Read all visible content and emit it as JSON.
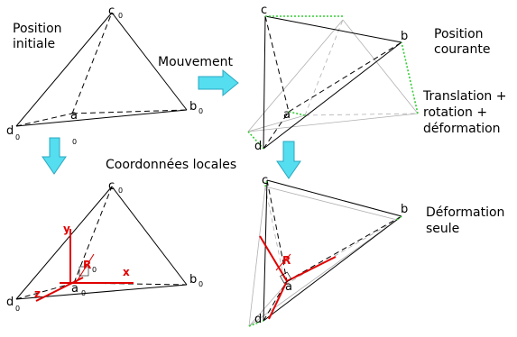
{
  "labels": {
    "position_initiale": [
      "Position",
      "initiale"
    ],
    "mouvement": "Mouvement",
    "position_courante": [
      "Position",
      "courante"
    ],
    "translation": [
      "Translation +",
      "rotation +",
      "déformation"
    ],
    "coordonnees_locales": "Coordonnées locales",
    "deformation_seule": [
      "Déformation",
      "seule"
    ]
  },
  "vertices": {
    "a": "a",
    "b": "b",
    "c": "c",
    "d": "d",
    "sub0": "0"
  },
  "axes": {
    "x": "x",
    "y": "y",
    "z": "z",
    "R": "R",
    "sub0": "0"
  },
  "colors": {
    "arrow_fill": "#55ddf0",
    "arrow_stroke": "#2aa8c0",
    "local_axes": "#e00000",
    "displacement": "#33cc33"
  }
}
